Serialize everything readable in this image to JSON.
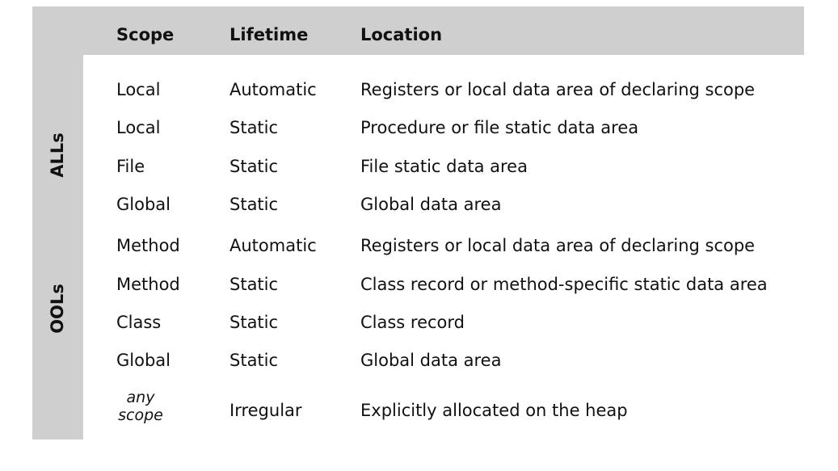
{
  "header": {
    "scope": "Scope",
    "lifetime": "Lifetime",
    "location": "Location"
  },
  "groups": {
    "alls": "ALLs",
    "ools": "OOLs"
  },
  "rows": [
    {
      "scope": "Local",
      "lifetime": "Automatic",
      "location": "Registers or local data area of declaring scope"
    },
    {
      "scope": "Local",
      "lifetime": "Static",
      "location": "Procedure or file static data area"
    },
    {
      "scope": "File",
      "lifetime": "Static",
      "location": "File static data area"
    },
    {
      "scope": "Global",
      "lifetime": "Static",
      "location": "Global data area"
    },
    {
      "scope": "Method",
      "lifetime": "Automatic",
      "location": "Registers or local data area of declaring scope"
    },
    {
      "scope": "Method",
      "lifetime": "Static",
      "location": "Class record or method-specific static data area"
    },
    {
      "scope": "Class",
      "lifetime": "Static",
      "location": "Class record"
    },
    {
      "scope": "Global",
      "lifetime": "Static",
      "location": "Global data area"
    }
  ],
  "last_row": {
    "scope_line1": "any",
    "scope_line2": "scope",
    "lifetime": "Irregular",
    "location": "Explicitly allocated on the heap"
  }
}
